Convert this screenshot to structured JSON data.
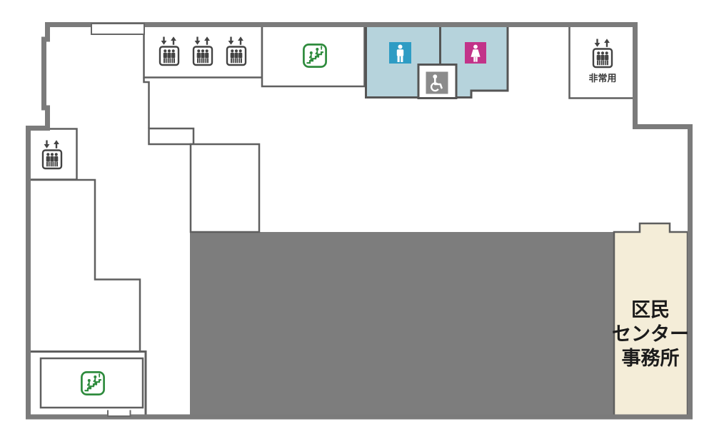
{
  "floor_map": {
    "labels": {
      "emergency_elevator": "非常用",
      "office": [
        "区民",
        "センター",
        "事務所"
      ],
      "office_full_name": "区民センター事務所"
    },
    "icons": [
      {
        "name": "elevator-icon",
        "count": 5,
        "glyph": "down-up arrows above car with three passengers"
      },
      {
        "name": "emergency-elevator-icon",
        "count": 1,
        "caption": "非常用"
      },
      {
        "name": "escalator-icon",
        "count": 2,
        "glyph": "two figures on ascending steps"
      },
      {
        "name": "male-restroom-icon",
        "count": 1
      },
      {
        "name": "female-restroom-icon",
        "count": 1
      },
      {
        "name": "accessible-restroom-icon",
        "count": 1
      }
    ],
    "colors": {
      "outer_wall": "#7b7b7b",
      "inner_wall": "#5f5f5f",
      "closed_area_fill": "#7d7d7d",
      "restroom_area_fill": "#b6d3dc",
      "office_area_fill": "#f4edd8",
      "male_icon": "#2e9cc4",
      "female_icon": "#c23389",
      "accessible_icon_bg": "#8b8b8b",
      "elevator_icon": "#434343",
      "escalator_icon": "#2e8b3d",
      "office_text": "#1b1b1b",
      "emergency_text": "#3a3a3a"
    }
  }
}
